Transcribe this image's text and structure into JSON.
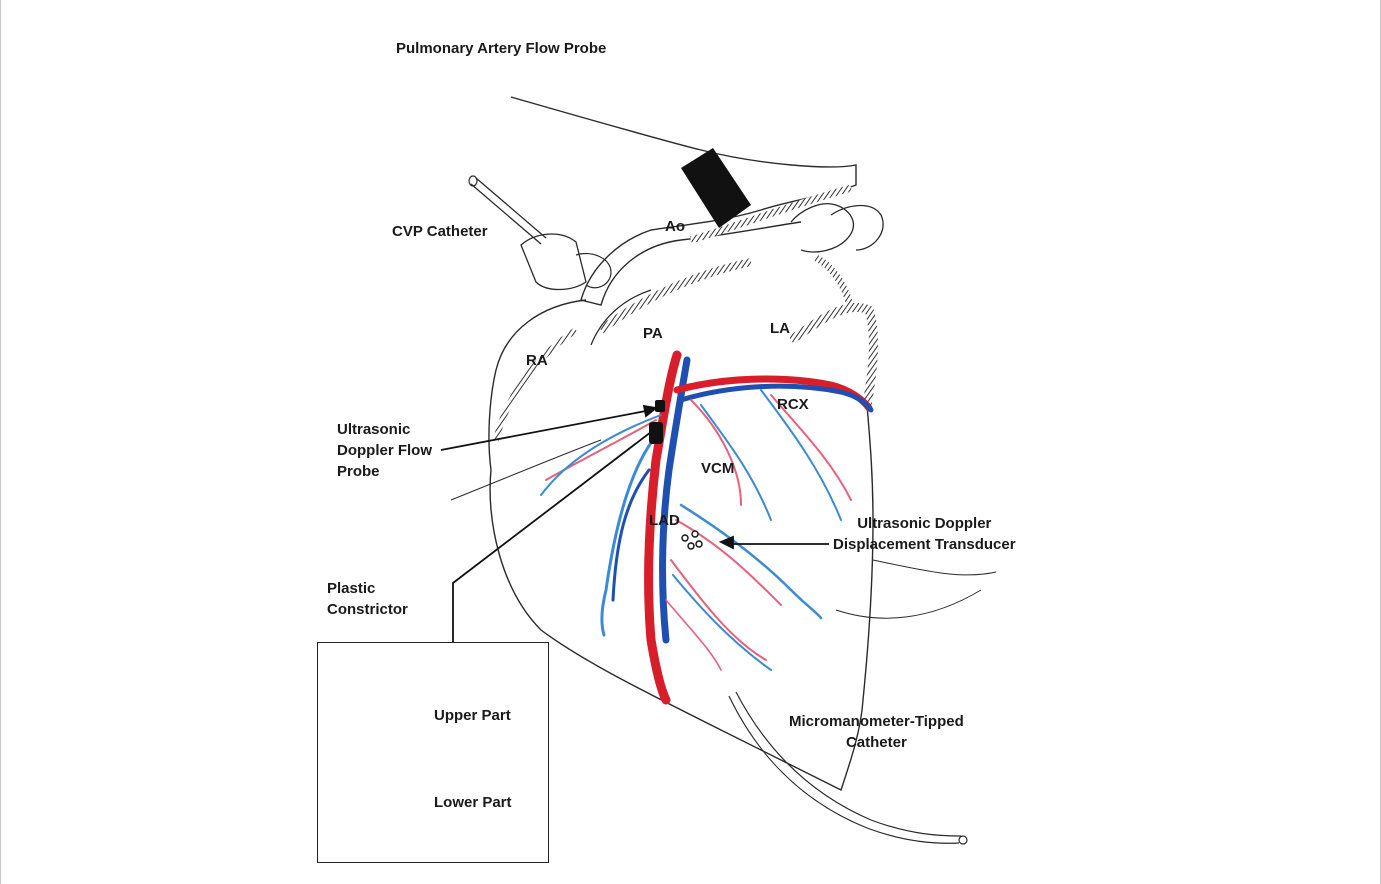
{
  "labels": {
    "pulmonary_artery_flow_probe": "Pulmonary Artery Flow Probe",
    "cvp_catheter": "CVP Catheter",
    "ao": "Ao",
    "pa": "PA",
    "la": "LA",
    "ra": "RA",
    "rcx": "RCX",
    "vcm": "VCM",
    "lad": "LAD",
    "ultrasonic_doppler_flow_probe": "Ultrasonic\nDoppler Flow\nProbe",
    "ultrasonic_doppler_displacement_transducer": "Ultrasonic Doppler\nDisplacement Transducer",
    "plastic_constrictor": "Plastic\nConstrictor",
    "micromanometer_tipped_catheter": "Micromanometer-Tipped\nCatheter",
    "upper_part": "Upper Part",
    "lower_part": "Lower Part"
  },
  "colors": {
    "artery": "#d81e2a",
    "artery_light": "#e8607a",
    "vein": "#1f4fb0",
    "vein_light": "#3b8ad6",
    "outline": "#2a2a2a"
  }
}
